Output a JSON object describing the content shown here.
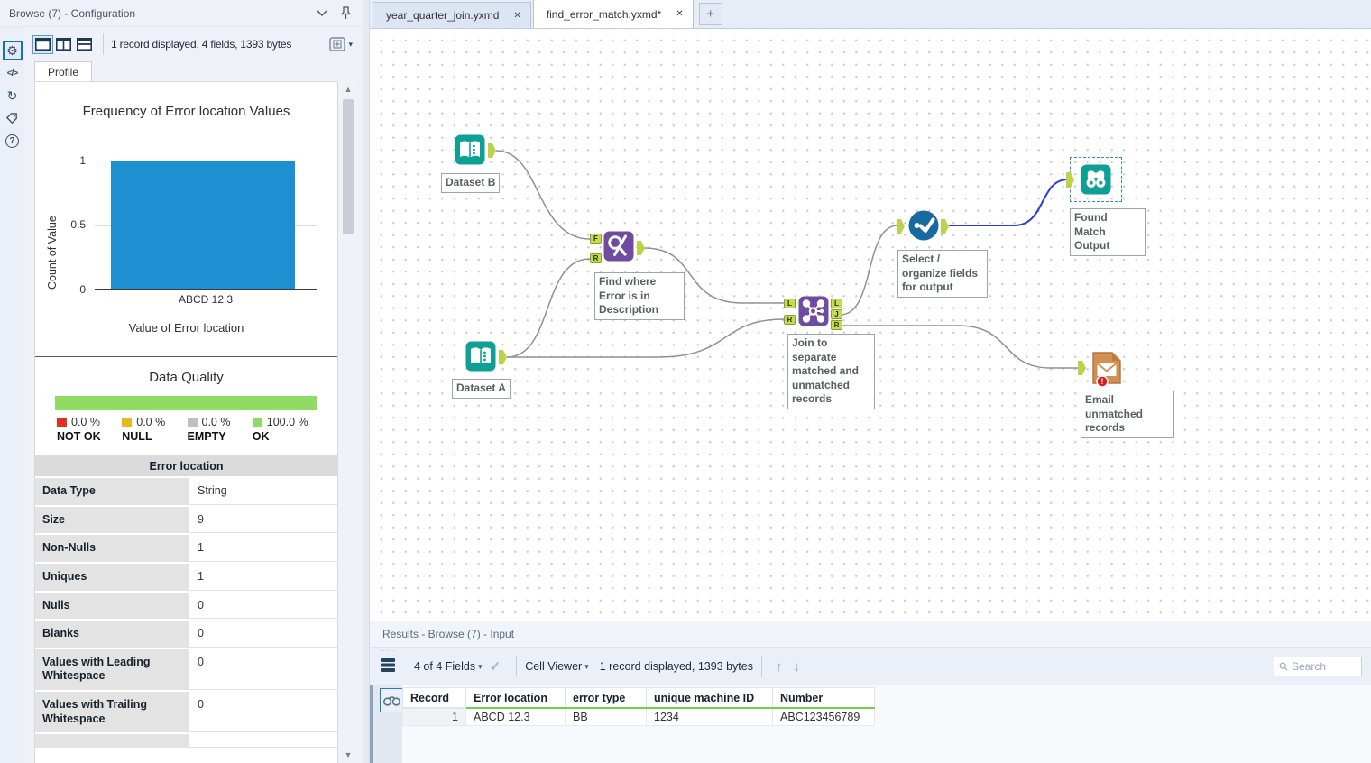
{
  "config_panel": {
    "title": "Browse (7) - Configuration",
    "toolbar_status": "1 record displayed, 4 fields, 1393 bytes",
    "profile_tab": "Profile"
  },
  "icons": {
    "grip_dots": "·····",
    "gear": "⚙",
    "code": "</>",
    "share": "↻",
    "help": "?",
    "check": "✓",
    "arrow_up": "↑",
    "arrow_down": "↓",
    "caret_down": "▾",
    "plus": "+",
    "close": "✕",
    "scroll_up": "▲",
    "scroll_down": "▼"
  },
  "chart_data": {
    "type": "bar",
    "title": "Frequency of Error location Values",
    "ylabel": "Count of Value",
    "xlabel": "Value of Error location",
    "categories": [
      "ABCD 12.3"
    ],
    "values": [
      1
    ],
    "yticks": [
      "1",
      "0.5",
      "0"
    ],
    "ylim": [
      0,
      1
    ],
    "bar_color": "#1E8FD0",
    "grid": true,
    "legend": false
  },
  "data_quality": {
    "title": "Data Quality",
    "bar_color": "#8FDB63",
    "legend": [
      {
        "pct": "0.0 %",
        "label": "NOT OK",
        "color": "#E0301E"
      },
      {
        "pct": "0.0 %",
        "label": "NULL",
        "color": "#E8B820"
      },
      {
        "pct": "0.0 %",
        "label": "EMPTY",
        "color": "#C0C0C0"
      },
      {
        "pct": "100.0 %",
        "label": "OK",
        "color": "#8FDB63"
      }
    ]
  },
  "field_profile": {
    "header": "Error location",
    "rows": [
      {
        "label": "Data Type",
        "value": "String"
      },
      {
        "label": "Size",
        "value": "9"
      },
      {
        "label": "Non-Nulls",
        "value": "1"
      },
      {
        "label": "Uniques",
        "value": "1"
      },
      {
        "label": "Nulls",
        "value": "0"
      },
      {
        "label": "Blanks",
        "value": "0"
      },
      {
        "label": "Values with Leading Whitespace",
        "value": "0"
      },
      {
        "label": "Values with Trailing Whitespace",
        "value": "0"
      }
    ]
  },
  "document_tabs": [
    {
      "label": "year_quarter_join.yxmd",
      "active": false
    },
    {
      "label": "find_error_match.yxmd*",
      "active": true
    }
  ],
  "workflow": {
    "nodes": {
      "dataset_b": {
        "label": "Dataset B",
        "tool": "input-data"
      },
      "dataset_a": {
        "label": "Dataset A",
        "tool": "input-data"
      },
      "find_replace": {
        "label": "Find where Error is in Description",
        "tool": "find-replace",
        "inputs": [
          "F",
          "R"
        ]
      },
      "join": {
        "label": "Join to separate matched and unmatched records",
        "tool": "join",
        "inputs": [
          "L",
          "R"
        ],
        "outputs": [
          "L",
          "J",
          "R"
        ]
      },
      "select": {
        "label": "Select / organize fields for output",
        "tool": "select"
      },
      "browse": {
        "label": "Found Match Output",
        "tool": "browse",
        "selected": true
      },
      "email": {
        "label": "Email unmatched records",
        "tool": "email",
        "error": true
      }
    },
    "connection_colors": {
      "normal": "#909090",
      "selected": "#2B3FD6"
    }
  },
  "results_panel": {
    "title": "Results - Browse (7) - Input",
    "fields_dropdown": "4 of 4 Fields",
    "cell_viewer": "Cell Viewer",
    "status": "1 record displayed, 1393 bytes",
    "search_placeholder": "Search",
    "table": {
      "columns": [
        "Record",
        "Error location",
        "error type",
        "unique machine ID",
        "Number"
      ],
      "rows": [
        [
          "1",
          "ABCD 12.3",
          "BB",
          "1234",
          "ABC123456789"
        ]
      ]
    }
  }
}
